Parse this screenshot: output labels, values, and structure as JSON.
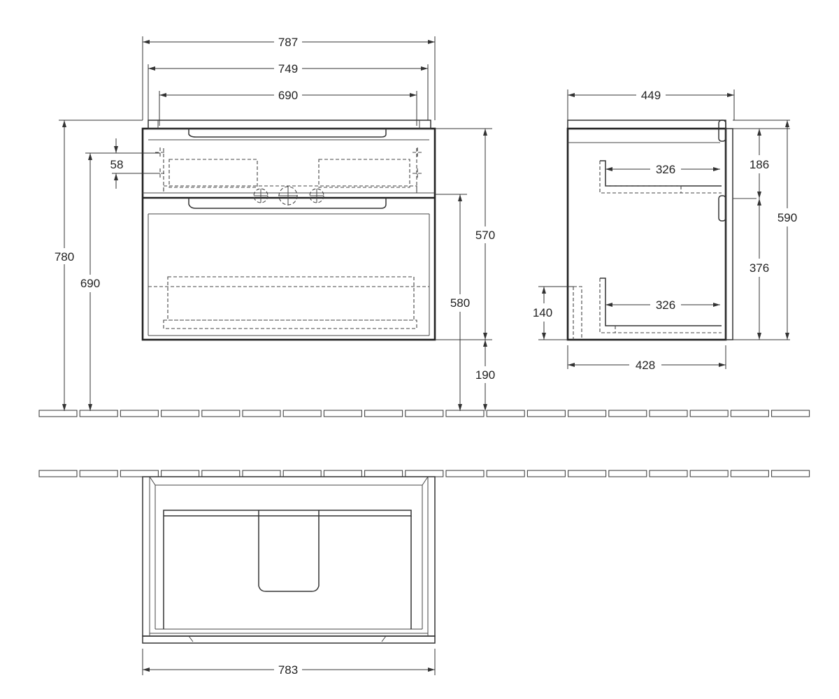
{
  "drawing": {
    "front_view": {
      "dim_overall_width": "787",
      "dim_inner_width": "749",
      "dim_handle_width": "690",
      "dim_side_offset": "58",
      "dim_total_height": "780",
      "dim_drain_height": "690",
      "dim_cabinet_height": "570",
      "dim_lower_drawer": "580",
      "dim_floor_clearance": "190"
    },
    "side_view": {
      "dim_top_depth": "449",
      "dim_upper_drawer_depth": "326",
      "dim_lower_drawer_depth": "326",
      "dim_upper_section": "186",
      "dim_lower_section": "376",
      "dim_side_height": "590",
      "dim_base_notch": "140",
      "dim_bottom_depth": "428"
    },
    "top_view": {
      "dim_width": "783"
    }
  }
}
